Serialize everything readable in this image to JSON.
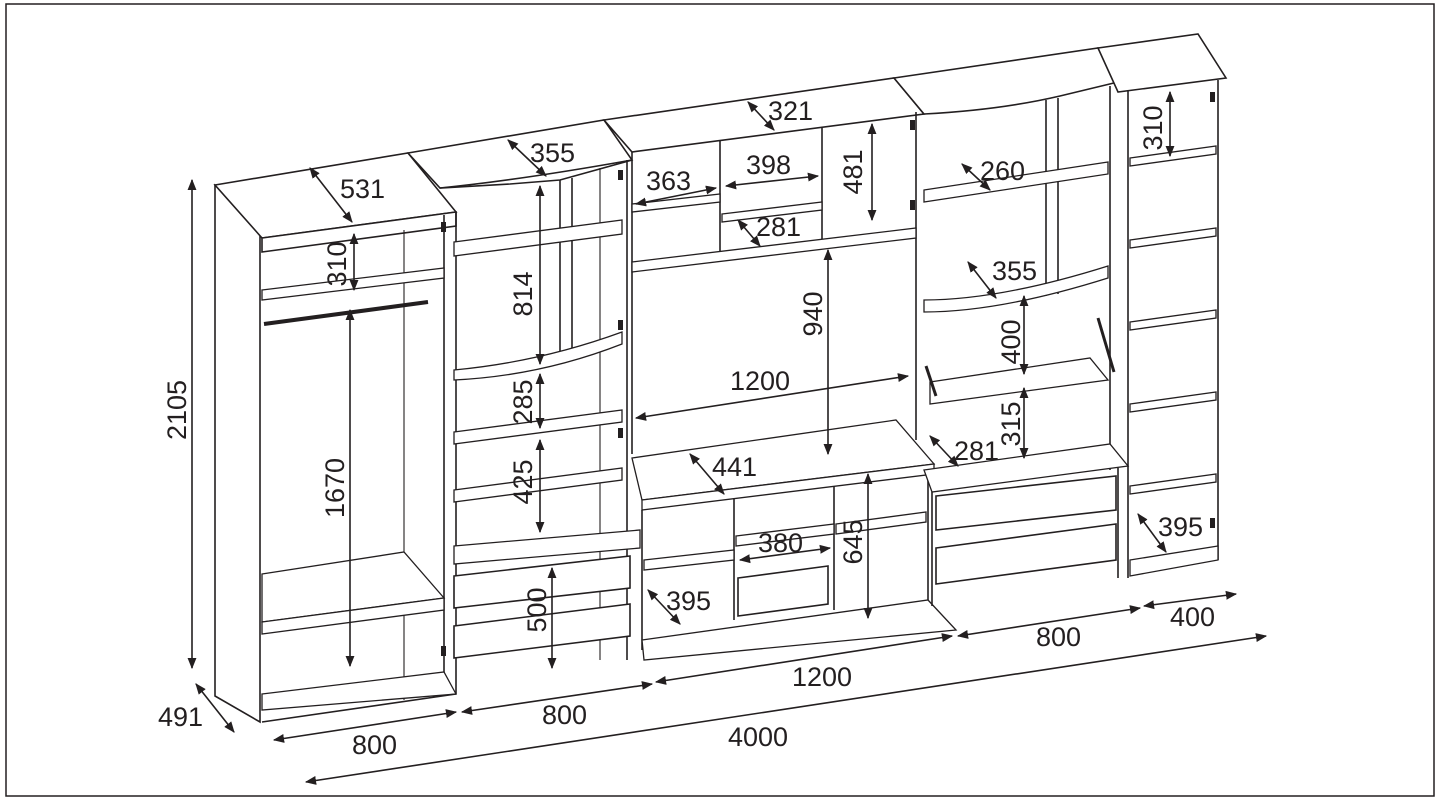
{
  "diagram": {
    "overall": {
      "height": "2105",
      "depth": "491",
      "width": "4000"
    },
    "modules": {
      "wardrobe": {
        "width": "800",
        "top_depth": "531",
        "top_height": "310",
        "rail_height": "1670"
      },
      "left_cabinet": {
        "width": "800",
        "top_depth": "355",
        "glass_height": "814",
        "shelf_a": "285",
        "shelf_b": "425",
        "drawers_height": "500"
      },
      "tv_unit": {
        "width": "1200",
        "top_depth": "321",
        "niche_a": "363",
        "niche_b": "398",
        "niche_c": "281",
        "niche_d": "481",
        "tv_height": "940",
        "tv_width": "1200",
        "shelf_depth": "441",
        "drawer_width": "380",
        "lower_height": "645",
        "lower_depth": "395"
      },
      "right_cabinet": {
        "width": "800",
        "top_depth": "260",
        "mid_depth": "355",
        "glass_height": "400",
        "shelf_height": "315",
        "shelf_depth": "281"
      },
      "narrow_case": {
        "width": "400",
        "top_height": "310",
        "bottom_depth": "395"
      }
    }
  }
}
